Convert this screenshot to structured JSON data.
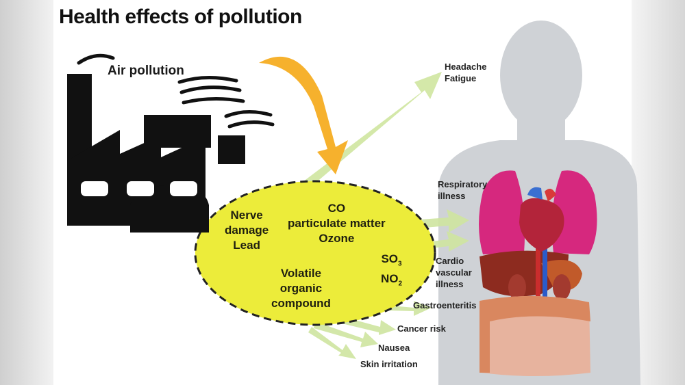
{
  "title": "Health effects of pollution",
  "source_label": "Air pollution",
  "pollutants": {
    "nerve": "Nerve",
    "damage": "damage",
    "lead": "Lead",
    "co": "CO",
    "pm": "particulate matter",
    "ozone": "Ozone",
    "so": "SO",
    "so_sub": "3",
    "no": "NO",
    "no_sub": "2",
    "voc1": "Volatile",
    "voc2": "organic",
    "voc3": "compound"
  },
  "effects": {
    "headache": "Headache",
    "fatigue": "Fatigue",
    "resp1": "Respiratory",
    "resp2": "illness",
    "cardio1": "Cardio",
    "cardio2": "vascular",
    "cardio3": "illness",
    "gastro": "Gastroenteritis",
    "cancer": "Cancer risk",
    "nausea": "Nausea",
    "skin": "Skin irritation"
  },
  "colors": {
    "ellipse_fill": "#ecec3a",
    "arrow_orange": "#f6b12d",
    "arrow_green": "#cfe5a0",
    "body_grey": "#cfd2d6",
    "lung": "#d6287e",
    "factory": "#111111"
  }
}
